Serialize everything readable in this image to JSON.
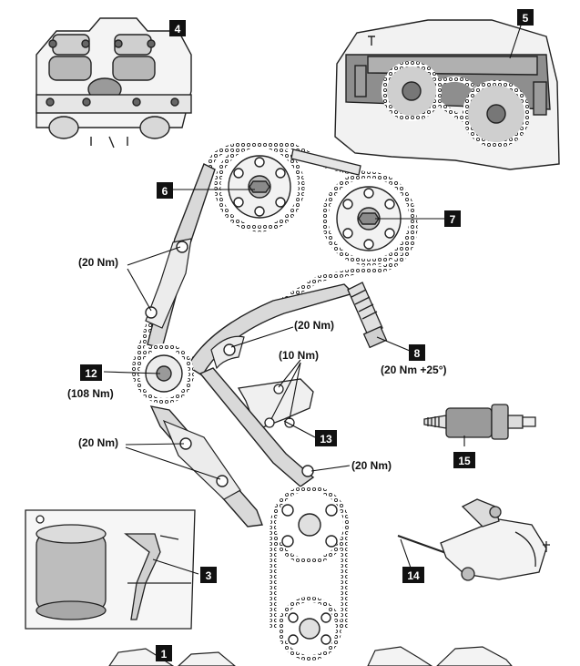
{
  "callouts": {
    "c1": "1",
    "c3": "3",
    "c4": "4",
    "c5": "5",
    "c6": "6",
    "c7": "7",
    "c8": "8",
    "c12": "12",
    "c13": "13",
    "c14": "14",
    "c15": "15"
  },
  "torques": {
    "guide_upper": "(20 Nm)",
    "tensioner_rail": "(20 Nm)",
    "tensioner_bolts": "(10 Nm)",
    "crank_sprocket": "(108 Nm)",
    "plug": "(20 Nm +25°)",
    "lower_guide": "(20 Nm)",
    "lower_rail_bolt": "(20 Nm)"
  }
}
